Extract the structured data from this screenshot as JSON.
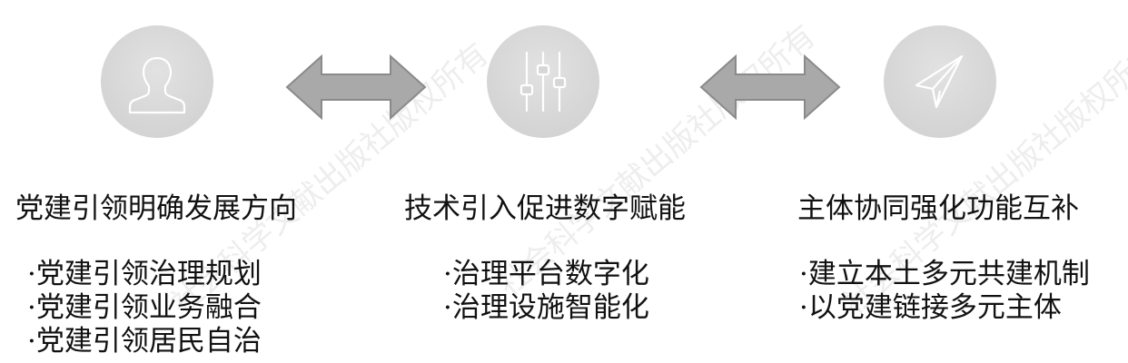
{
  "columns": [
    {
      "icon": "person-icon",
      "heading": "党建引领明确发展方向",
      "bullets": [
        "·党建引领治理规划",
        "·党建引领业务融合",
        "·党建引领居民自治"
      ]
    },
    {
      "icon": "sliders-icon",
      "heading": "技术引入促进数字赋能",
      "bullets": [
        "·治理平台数字化",
        "·治理设施智能化"
      ]
    },
    {
      "icon": "paper-plane-icon",
      "heading": "主体协同强化功能互补",
      "bullets": [
        "·建立本土多元共建机制",
        "·以党建链接多元主体"
      ]
    }
  ],
  "watermark": "社会科学文献出版社版权所有",
  "colors": {
    "circle": "#d6d6d6",
    "arrow_fill": "#a9a9a9",
    "arrow_stroke": "#8a8a8a",
    "icon_stroke": "#ffffff",
    "text": "#111111"
  }
}
